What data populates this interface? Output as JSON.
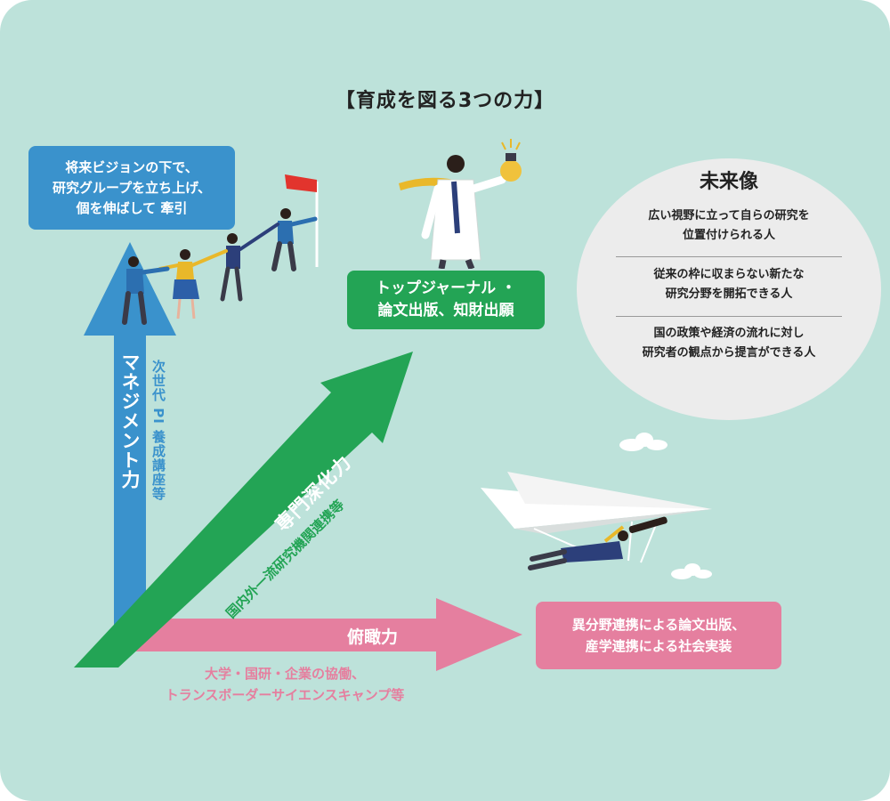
{
  "colors": {
    "background": "#bde2da",
    "management_blue": "#3a92cc",
    "expertise_green": "#23a455",
    "overview_pink": "#e57f9f",
    "future_circle": "#ececec"
  },
  "title": "【育成を図る3つの力】",
  "management": {
    "axis_label": "マネジメント力",
    "sub_label": "次世代 PI 養成講座等",
    "goal_lines": [
      "将来ビジョンの下で、",
      "研究グループを立ち上げ、",
      "個を伸ばして 牽引"
    ]
  },
  "expertise": {
    "axis_label": "専門深化力",
    "sub_label": "国内外一流研究機関連携等",
    "goal_lines": [
      "トップジャーナル ・",
      "論文出版、知財出願"
    ]
  },
  "overview": {
    "axis_label": "俯瞰力",
    "sub_lines": [
      "大学・国研・企業の協働、",
      "トランスボーダーサイエンスキャンプ等"
    ],
    "goal_lines": [
      "異分野連携による論文出版、",
      "産学連携による社会実装"
    ]
  },
  "future": {
    "title": "未来像",
    "items": [
      [
        "広い視野に立って自らの研究を",
        "位置付けられる人"
      ],
      [
        "従来の枠に収まらない新たな",
        "研究分野を開拓できる人"
      ],
      [
        "国の政策や経済の流れに対し",
        "研究者の観点から提言ができる人"
      ]
    ]
  },
  "illustrations": {
    "team": "team-climbing-flag-illustration",
    "scientist": "scientist-lightbulb-flask-illustration",
    "glider": "paper-plane-glider-telescope-illustration"
  }
}
